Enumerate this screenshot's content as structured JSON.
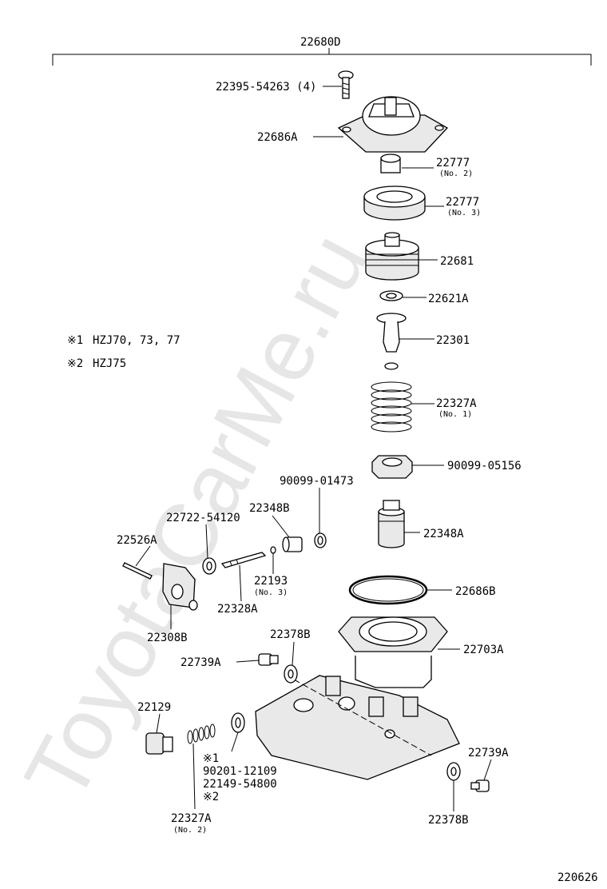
{
  "watermark": "ToyotaCarMe.ru",
  "assembly_label": "22680D",
  "notes": [
    {
      "mark": "※1",
      "models": "HZJ70, 73, 77"
    },
    {
      "mark": "※2",
      "models": "HZJ75"
    }
  ],
  "parts": {
    "screw": {
      "label": "22395-54263 (4)"
    },
    "cover": {
      "label": "22686A"
    },
    "retainer_no2": {
      "label": "22777",
      "sub": "(No. 2)"
    },
    "retainer_no3": {
      "label": "22777",
      "sub": "(No. 3)"
    },
    "piston": {
      "label": "22681"
    },
    "washer": {
      "label": "22621A"
    },
    "valve": {
      "label": "22301"
    },
    "spring_no1": {
      "label": "22327A",
      "sub": "(No. 1)"
    },
    "nut": {
      "label": "90099-05156"
    },
    "sleeve": {
      "label": "22348A"
    },
    "o_ring_large": {
      "label": "22686B"
    },
    "body": {
      "label": "22703A"
    },
    "gasket_a": {
      "label": "90099-01473"
    },
    "plug_b": {
      "label": "22348B"
    },
    "pin_bolt": {
      "label": "22722-54120"
    },
    "pin": {
      "label": "22526A"
    },
    "o_ring_no3": {
      "label": "22193",
      "sub": "(No. 3)"
    },
    "rod": {
      "label": "22328A"
    },
    "bracket": {
      "label": "22308B"
    },
    "gasket_upper": {
      "label": "22378B"
    },
    "bolt_upper": {
      "label": "22739A"
    },
    "plug": {
      "label": "22129"
    },
    "note_part1": {
      "label": "※1"
    },
    "note_part2": {
      "label": "90201-12109"
    },
    "note_part3": {
      "label": "22149-54800"
    },
    "note_part4": {
      "label": "※2"
    },
    "spring_no2": {
      "label": "22327A",
      "sub": "(No. 2)"
    },
    "bolt_lower": {
      "label": "22739A"
    },
    "gasket_lower": {
      "label": "22378B"
    }
  },
  "diagram_code": "220626"
}
